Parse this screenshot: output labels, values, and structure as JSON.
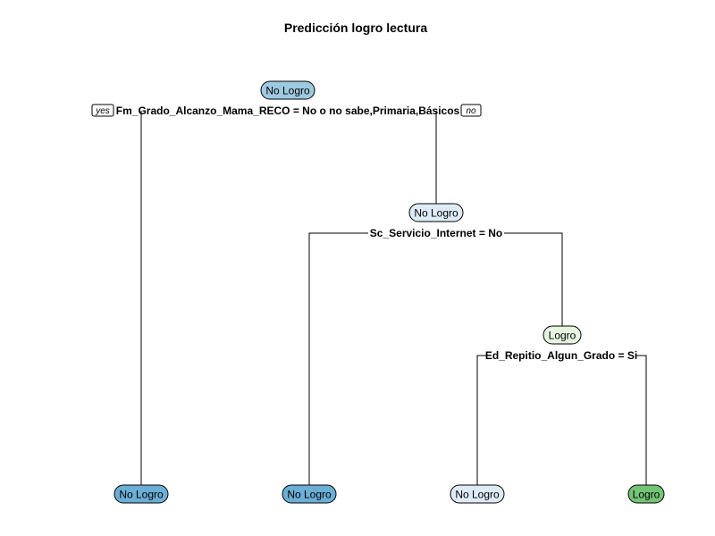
{
  "title": "Predicción logro lectura",
  "yes_label": "yes",
  "no_label": "no",
  "colors": {
    "nologro_dark": "#6BAED6",
    "nologro_mid": "#9ECAE1",
    "nologro_light": "#DEEBF7",
    "logro_light": "#E5F5E0",
    "logro_dark": "#74C476"
  },
  "nodes": {
    "root": {
      "label": "No Logro",
      "split": "Fm_Grado_Alcanzo_Mama_RECO = No o no sabe,Primaria,Básicos"
    },
    "internet": {
      "label": "No Logro",
      "split": "Sc_Servicio_Internet = No"
    },
    "repitio": {
      "label": "Logro",
      "split": "Ed_Repitio_Algun_Grado = Si"
    },
    "leaf1": {
      "label": "No Logro"
    },
    "leaf2": {
      "label": "No Logro"
    },
    "leaf3": {
      "label": "No Logro"
    },
    "leaf4": {
      "label": "Logro"
    }
  }
}
